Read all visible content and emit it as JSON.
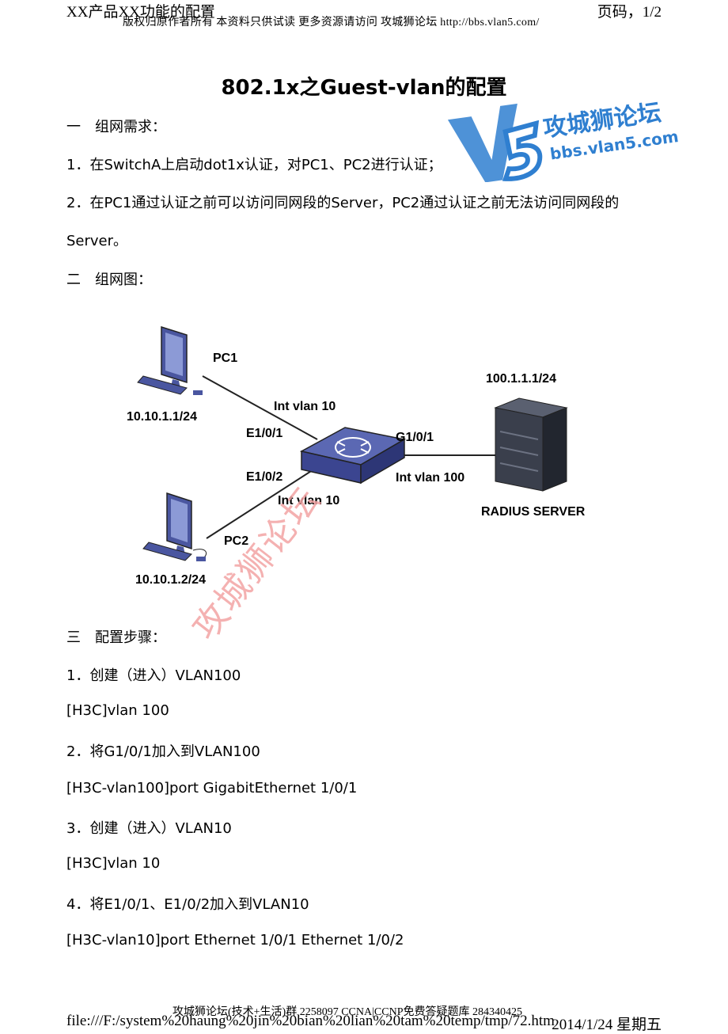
{
  "header": {
    "left": "XX产品XX功能的配置",
    "right": "页码，1/2",
    "subline": "版权归原作者所有 本资料只供试读 更多资源请访问 攻城狮论坛 http://bbs.vlan5.com/"
  },
  "stamp": {
    "brand": "攻城狮论坛",
    "url": "bbs.vlan5.com",
    "logo": "V5"
  },
  "doc": {
    "title": "802.1x之Guest-vlan的配置",
    "s1_heading": "一　组网需求：",
    "s1_item1": "1．在SwitchA上启动dot1x认证，对PC1、PC2进行认证；",
    "s1_item2a": "2．在PC1通过认证之前可以访问同网段的Server，PC2通过认证之前无法访问同网段的",
    "s1_item2b": "Server。",
    "s2_heading": "二　组网图：",
    "s3_heading": "三　配置步骤：",
    "step1": "1．创建（进入）VLAN100",
    "cmd1": "[H3C]vlan 100",
    "step2": "2．将G1/0/1加入到VLAN100",
    "cmd2": "[H3C-vlan100]port GigabitEthernet 1/0/1",
    "step3": "3．创建（进入）VLAN10",
    "cmd3": "[H3C]vlan 10",
    "step4": "4．将E1/0/1、E1/0/2加入到VLAN10",
    "cmd4": "[H3C-vlan10]port Ethernet 1/0/1 Ethernet 1/0/2"
  },
  "diagram": {
    "pc1": "PC1",
    "pc1_ip": "10.10.1.1/24",
    "pc2": "PC2",
    "pc2_ip": "10.10.1.2/24",
    "e101": "E1/0/1",
    "e102": "E1/0/2",
    "int10_top": "Int vlan 10",
    "int10_bottom": "Int vlan 10",
    "g101": "G1/0/1",
    "int100": "Int vlan 100",
    "server_ip": "100.1.1.1/24",
    "server_label": "RADIUS SERVER"
  },
  "watermark": "攻城狮论坛",
  "footer": {
    "group": "攻城狮论坛(技术+生活)群 2258097 CCNA|CCNP免费答疑题库 284340425",
    "path": "file:///F:/system%20haung%20jin%20bian%20lian%20tam%20temp/tmp/72.htm",
    "date": "2014/1/24 星期五"
  },
  "colors": {
    "stamp_blue": "#2f7fd0",
    "device_blue": "#4a56a0",
    "watermark_red": "#f3a4a4"
  }
}
